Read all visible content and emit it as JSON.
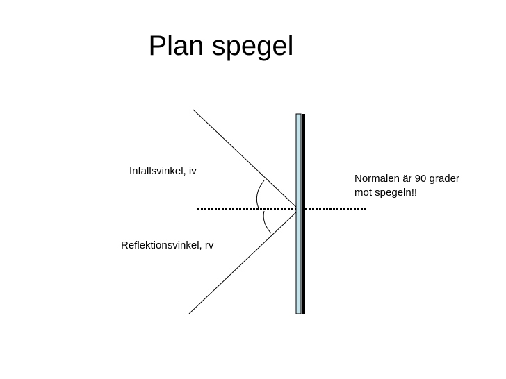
{
  "title": "Plan spegel",
  "labels": {
    "incidence": "Infallsvinkel, iv",
    "reflection": "Reflektionsvinkel, rv"
  },
  "note": {
    "line1": "Normalen är 90 grader",
    "line2": "mot spegeln!!"
  },
  "colors": {
    "mirror_glass": "#c5e3ea",
    "mirror_backing": "#000000",
    "lines": "#000000"
  }
}
